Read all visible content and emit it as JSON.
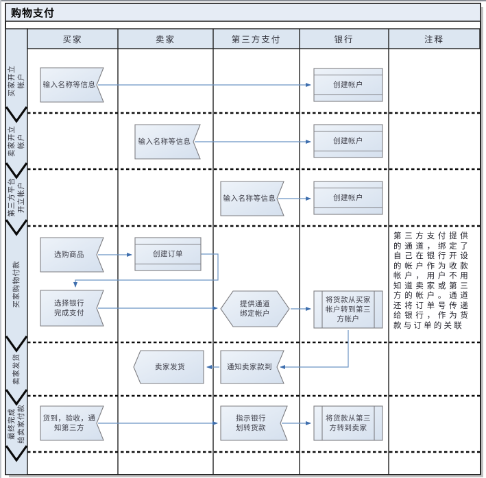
{
  "title": "购物支付",
  "columns": [
    {
      "label": "买家"
    },
    {
      "label": "卖家"
    },
    {
      "label": "第三方支付"
    },
    {
      "label": "银行"
    },
    {
      "label": "注释"
    }
  ],
  "phases": [
    {
      "line1": "买家开立",
      "line2": "帐户"
    },
    {
      "line1": "卖家开立",
      "line2": "帐户"
    },
    {
      "line1": "第三方平台",
      "line2": "开立帐户"
    },
    {
      "line1": "买家购物付款",
      "line2": ""
    },
    {
      "line1": "卖家发货",
      "line2": ""
    },
    {
      "line1": "最终完成",
      "line2": "给卖家付款"
    }
  ],
  "shapes": {
    "input_info": "输入名称等信息",
    "bank_create_account": "创建帐户",
    "select_goods": "选购商品",
    "create_order": "创建订单",
    "choose_bank_pay": "选择银行\n完成支付",
    "provide_channel_bind": "提供通道\n绑定帐户",
    "transfer_buyer_to_third": "将货款从买家\n帐户转到第三\n方帐户",
    "seller_ship": "卖家发货",
    "notify_seller_paid": "通知卖家款到",
    "goods_received_notify": "货到，验收，通\n知第三方",
    "instruct_bank_transfer": "指示银行\n划转货款",
    "transfer_third_to_seller": "将货款从第三\n方转到卖家"
  },
  "note": "第三方支付提供的通道，绑定了自己在银行开设的帐户作为收款帐户，用户不用知道卖家或第三方的帐户。通道还将订单号传递给银行，作为货款与订单的关联",
  "colors": {
    "lane_fill": "#dce6f1",
    "title_bar_fill": "#e6ecf5",
    "shape_border": "#7e7e82",
    "arrow": "#5585c0",
    "grid_line": "#202020"
  }
}
